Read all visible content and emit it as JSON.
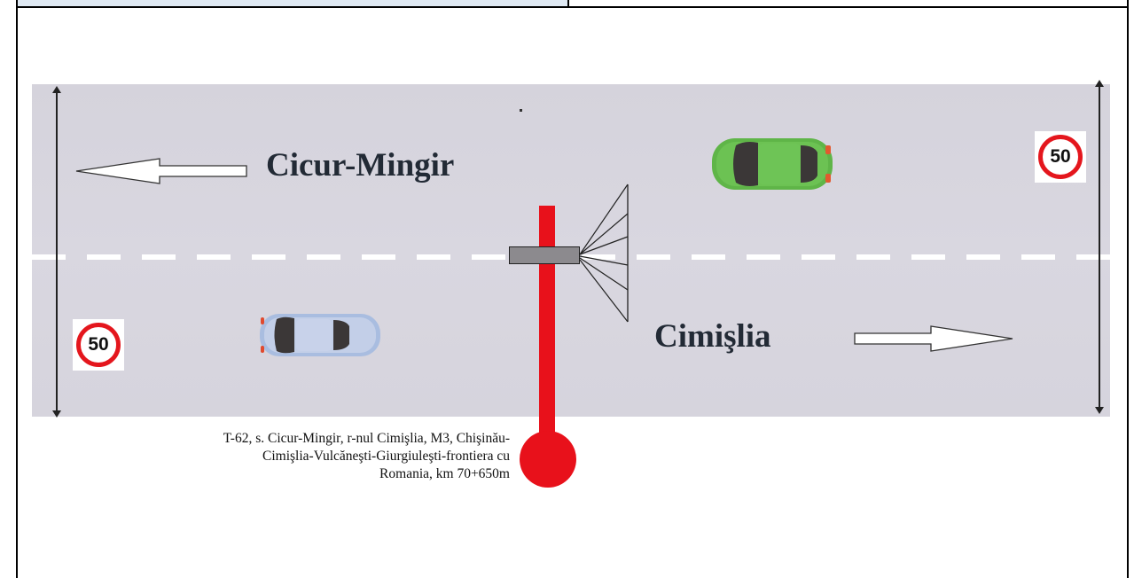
{
  "labels": {
    "left_direction": "Cicur-Mingir",
    "right_direction": "Cimişlia"
  },
  "signs": {
    "top_right_speed": "50",
    "bottom_left_speed": "50"
  },
  "caption": {
    "line1": "T-62, s. Cicur-Mingir, r-nul Cimişlia, M3, Chişinău-",
    "line2": "Cimişlia-Vulcăneşti-Giurgiuleşti-frontiera cu",
    "line3": "Romania, km 70+650m"
  },
  "icons": {
    "left_arrow": "arrow-left-icon",
    "right_arrow": "arrow-right-icon",
    "green_car": "car-icon",
    "blue_car": "car-icon",
    "camera": "speed-camera-icon"
  },
  "colors": {
    "road": "#d6d4dd",
    "pole": "#e8111b",
    "sign_ring": "#e4161d",
    "green_car": "#5fb548",
    "blue_car": "#a9bde0"
  }
}
